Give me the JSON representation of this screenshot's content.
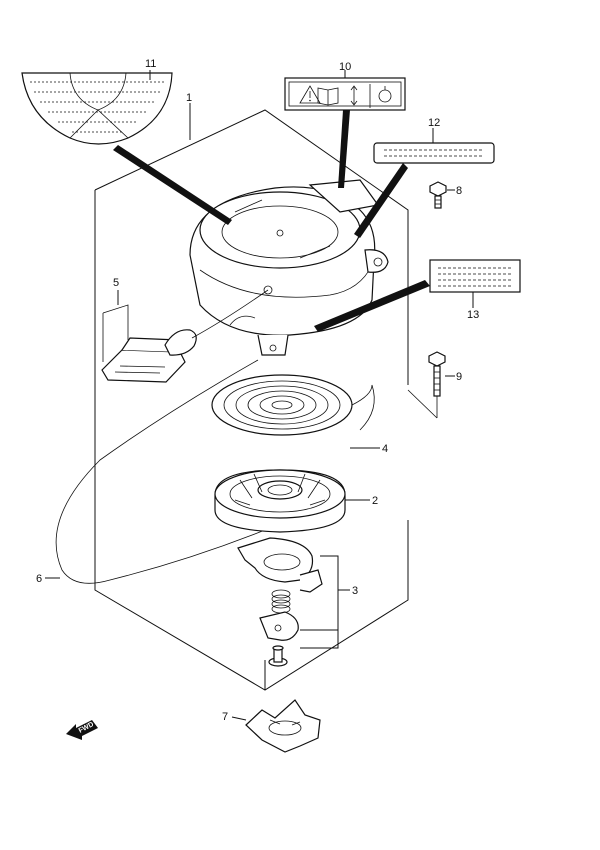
{
  "callouts": {
    "c1": "1",
    "c2": "2",
    "c3": "3",
    "c4": "4",
    "c5": "5",
    "c6": "6",
    "c7": "7",
    "c8": "8",
    "c9": "9",
    "c10": "10",
    "c11": "11",
    "c12": "12",
    "c13": "13"
  },
  "forward_marker": "FWD",
  "icons": {
    "warning": "warning-triangle-icon",
    "manual": "manual-book-icon",
    "pull": "pull-arrow-icon",
    "gear": "shift-icon"
  }
}
